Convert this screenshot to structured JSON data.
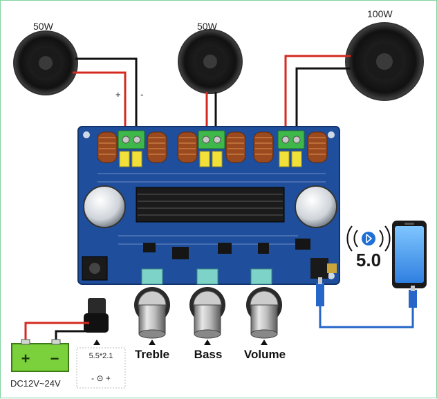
{
  "speakers": {
    "left": {
      "power": "50W"
    },
    "middle": {
      "power": "50W"
    },
    "right": {
      "power": "100W"
    }
  },
  "polarity": {
    "plus": "+",
    "minus": "-"
  },
  "controls": {
    "treble": "Treble",
    "bass": "Bass",
    "volume": "Volume"
  },
  "battery": {
    "plus": "+",
    "minus": "−",
    "voltage": "DC12V~24V"
  },
  "dc_jack": {
    "size": "5.5*2.1",
    "polarity": "- ⊙ +"
  },
  "bluetooth": {
    "version": "5.0"
  },
  "colors": {
    "board": "#1f4e9c",
    "red_wire": "#d42a1f",
    "battery": "#7bd13b",
    "frame": "#7fd3a0"
  }
}
